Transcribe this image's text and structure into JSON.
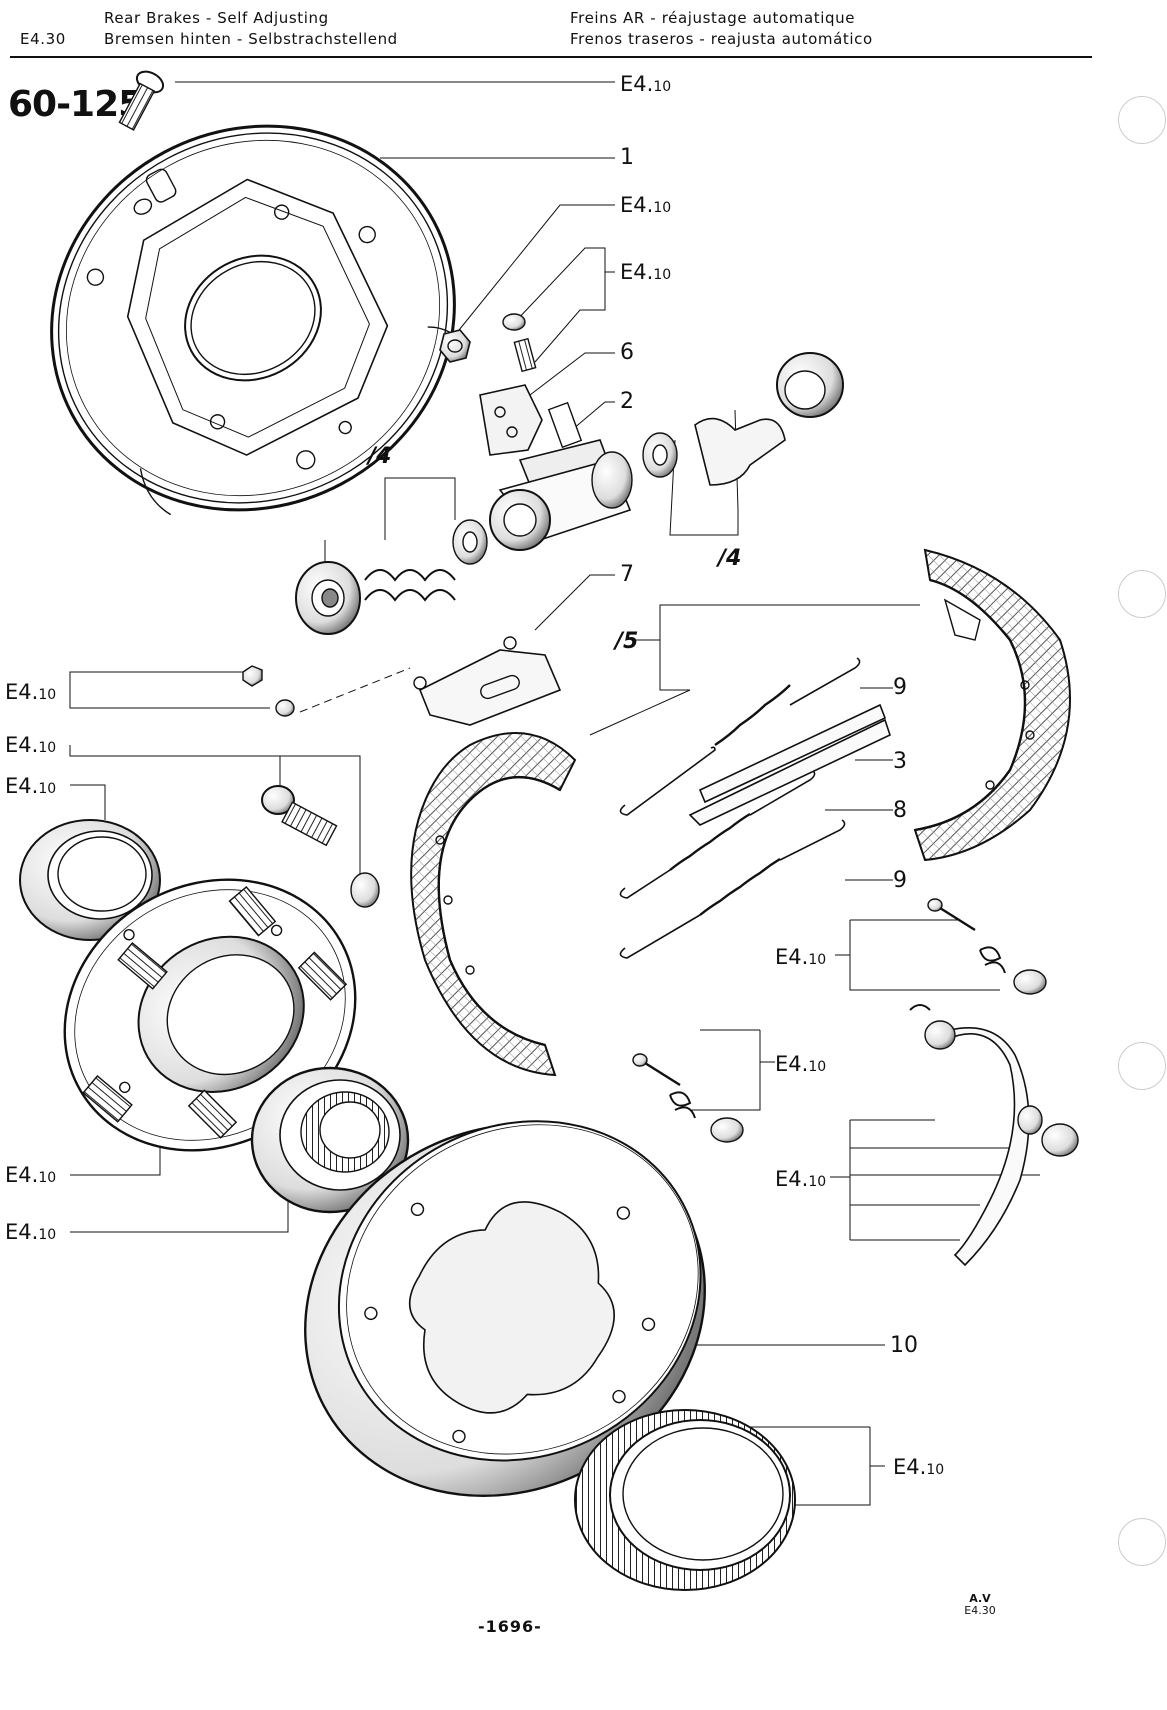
{
  "header": {
    "section": "E4.30",
    "en": "Rear  Brakes - Self  Adjusting",
    "de": "Bremsen  hinten - Selbstrachstellend",
    "fr": "Freins  AR - réajustage  automatique",
    "es": "Frenos  traseros - reajusta  automático"
  },
  "page_code": "60-125",
  "ref": "E4.",
  "ref_sub": "10",
  "group_mark": "/4",
  "group_mark_5": "/5",
  "callouts": [
    "1",
    "2",
    "3",
    "6",
    "7",
    "8",
    "9",
    "9",
    "10"
  ],
  "footer": {
    "page_number": "-1696-",
    "mark_top": "A.V",
    "mark_bottom": "E4.30"
  }
}
